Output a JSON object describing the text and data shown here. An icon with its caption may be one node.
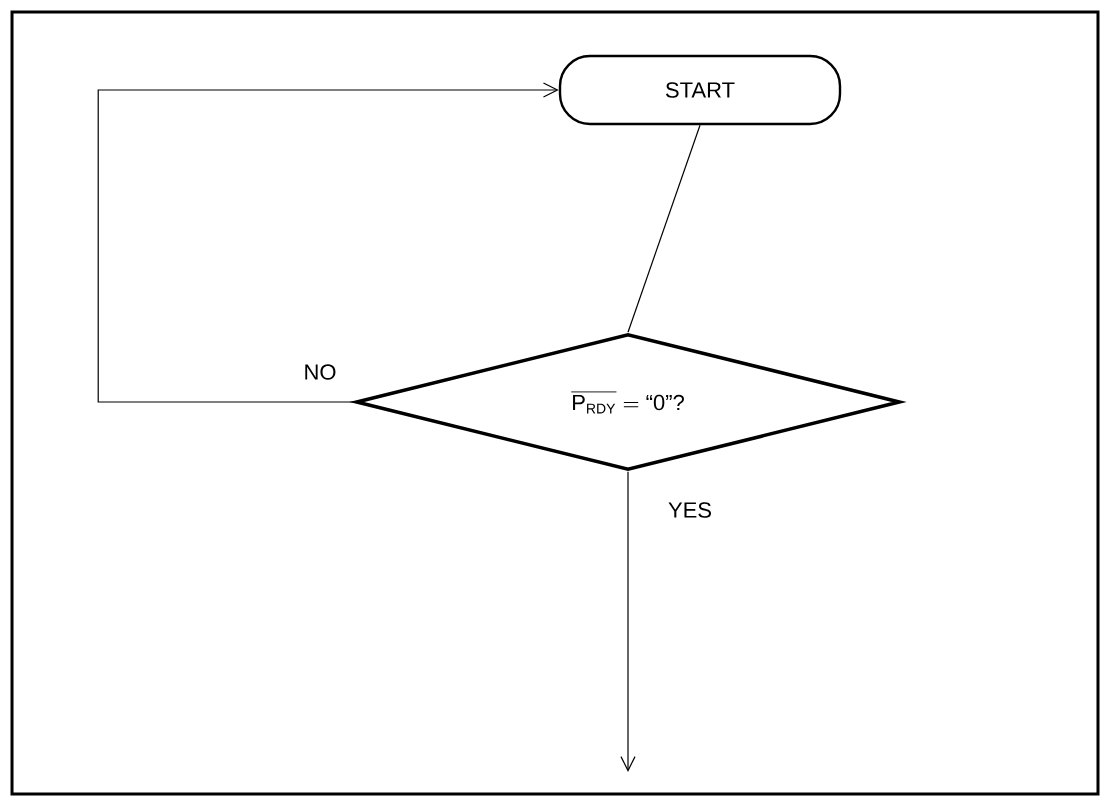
{
  "diagram": {
    "nodes": [
      {
        "text": [
          "START"
        ]
      },
      {
        "text": [
          "\\overline{\\mbox{P}_{\\mbox{\\scriptsize RDY}}}=\\mbox{“0”?}"
        ]
      }
    ],
    "edges": [
      {
        "from": 0,
        "to": 1,
        "arrow": "none"
      },
      {
        "from": 1,
        "to": 0,
        "arrow": "to",
        "label": "NO"
      },
      {
        "from": 1,
        "to": null,
        "arrow": "to",
        "label": "YES"
      }
    ]
  }
}
